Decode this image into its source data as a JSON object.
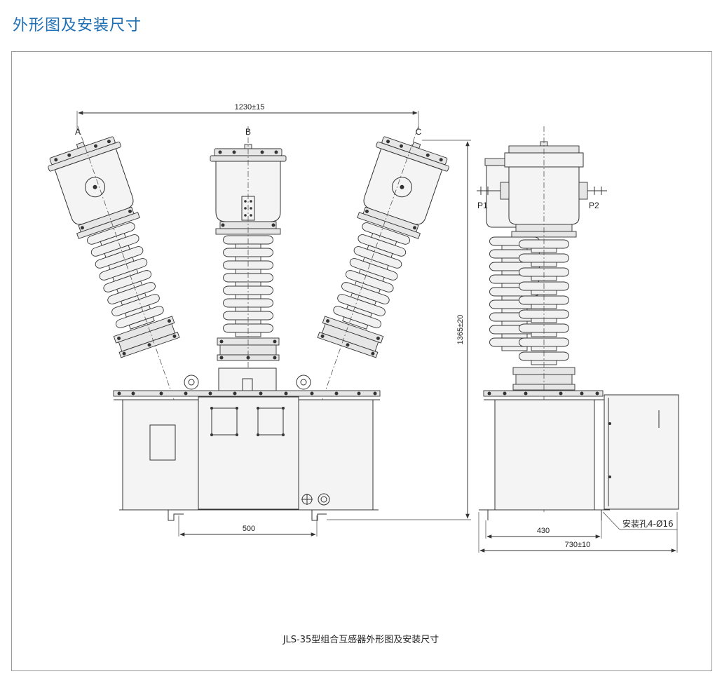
{
  "header": {
    "title": "外形图及安装尺寸"
  },
  "drawing": {
    "phase_labels": [
      "A",
      "B",
      "C"
    ],
    "terminal_labels": [
      "P1",
      "P2"
    ],
    "dimensions": {
      "top_span": "1230±15",
      "height": "1365±20",
      "base_span": "500",
      "side_base": "430",
      "side_overall": "730±10",
      "mount_holes": "安装孔4-Ø16"
    },
    "caption": "JLS-35型组合互感器外形图及安装尺寸"
  }
}
